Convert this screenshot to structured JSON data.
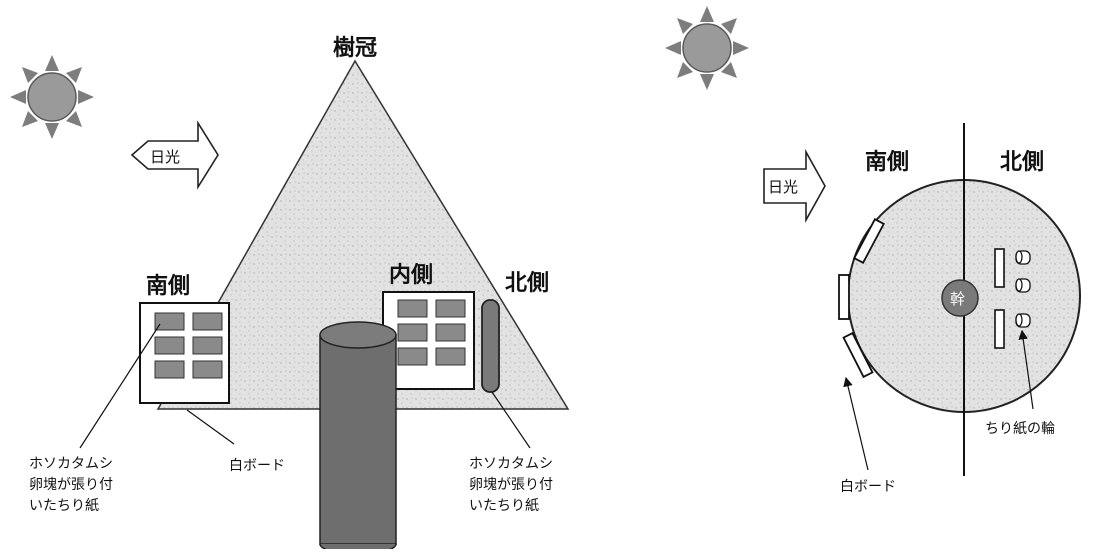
{
  "left_figure": {
    "crown_label": "樹冠",
    "sunlight_label": "日光",
    "south_label": "南側",
    "inner_label": "内側",
    "north_label": "北側",
    "note_south": [
      "ホソカタムシ",
      "卵塊が張り付",
      "いたちり紙"
    ],
    "white_board_label": "白ボード",
    "note_north": [
      "ホソカタムシ",
      "卵塊が張り付",
      "いたちり紙"
    ]
  },
  "right_figure": {
    "sunlight_label": "日光",
    "south_label": "南側",
    "north_label": "北側",
    "trunk_label": "幹",
    "tissue_ring_label": "ちり紙の輪",
    "white_board_label": "白ボード"
  },
  "colors": {
    "crown_fill": "#e4e4e4",
    "trunk_fill": "#6e6e6e",
    "cell_fill": "#8a8a8a",
    "sun_rays": "#7d7d7d",
    "sun_core": "#9a9a9a"
  }
}
